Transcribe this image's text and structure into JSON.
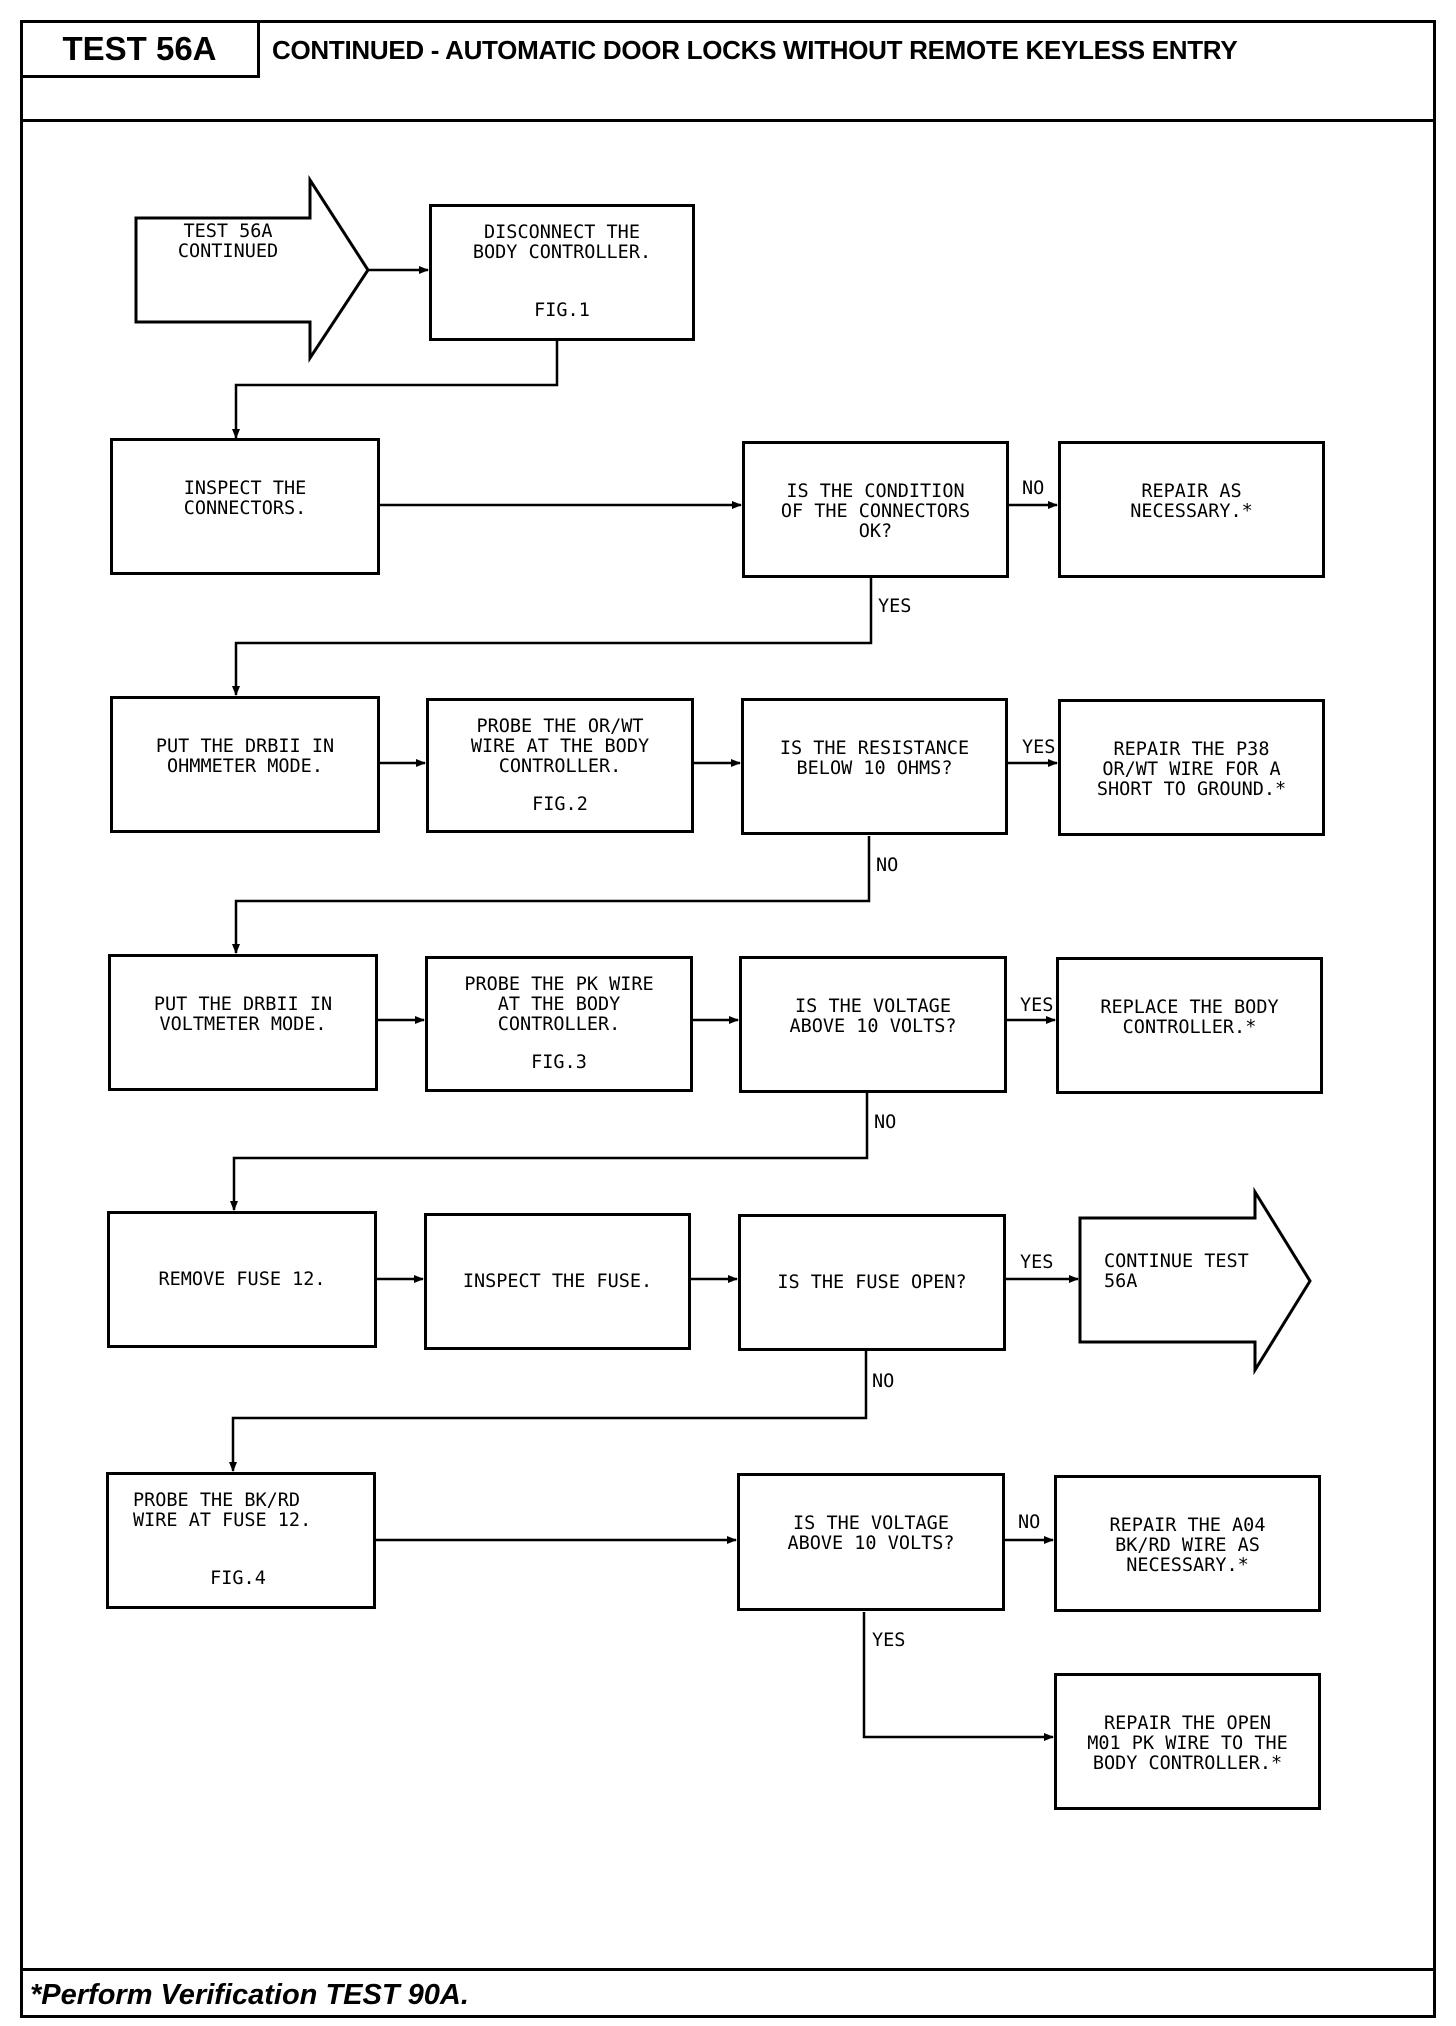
{
  "header": {
    "test_label": "TEST 56A",
    "title": "CONTINUED - AUTOMATIC DOOR LOCKS WITHOUT REMOTE KEYLESS ENTRY"
  },
  "footer": {
    "note": "*Perform Verification TEST 90A."
  },
  "start": {
    "text": "TEST 56A\nCONTINUED"
  },
  "continue_arrow": {
    "text": "CONTINUE TEST\n56A"
  },
  "boxes": {
    "disconnect": {
      "text": "DISCONNECT THE\nBODY CONTROLLER.",
      "fig": "FIG.1"
    },
    "inspect_connectors": {
      "text": "INSPECT THE\nCONNECTORS."
    },
    "connectors_ok": {
      "text": "IS THE CONDITION\nOF THE CONNECTORS\nOK?"
    },
    "repair_necessary": {
      "text": "REPAIR AS\nNECESSARY.*"
    },
    "ohmmeter_mode": {
      "text": "PUT THE DRBII IN\nOHMMETER MODE."
    },
    "probe_or_wt": {
      "text": "PROBE THE OR/WT\nWIRE AT THE BODY\nCONTROLLER.",
      "fig": "FIG.2"
    },
    "resistance_q": {
      "text": "IS THE RESISTANCE\nBELOW 10 OHMS?"
    },
    "repair_p38": {
      "text": "REPAIR THE P38\nOR/WT WIRE FOR A\nSHORT TO GROUND.*"
    },
    "voltmeter_mode": {
      "text": "PUT THE DRBII IN\nVOLTMETER MODE."
    },
    "probe_pk": {
      "text": "PROBE THE PK WIRE\nAT THE BODY\nCONTROLLER.",
      "fig": "FIG.3"
    },
    "voltage_q1": {
      "text": "IS THE VOLTAGE\nABOVE 10 VOLTS?"
    },
    "replace_body": {
      "text": "REPLACE THE BODY\nCONTROLLER.*"
    },
    "remove_fuse": {
      "text": "REMOVE FUSE 12."
    },
    "inspect_fuse": {
      "text": "INSPECT THE FUSE."
    },
    "fuse_open_q": {
      "text": "IS THE FUSE OPEN?"
    },
    "probe_bk_rd": {
      "text": "PROBE THE BK/RD\nWIRE AT FUSE 12.",
      "fig": "FIG.4"
    },
    "voltage_q2": {
      "text": "IS THE VOLTAGE\nABOVE 10 VOLTS?"
    },
    "repair_a04": {
      "text": "REPAIR THE A04\nBK/RD WIRE AS\nNECESSARY.*"
    },
    "repair_m01": {
      "text": "REPAIR THE OPEN\nM01 PK WIRE TO THE\nBODY CONTROLLER.*"
    }
  },
  "labels": {
    "no_connectors": "NO",
    "yes_connectors": "YES",
    "yes_resistance": "YES",
    "no_resistance": "NO",
    "yes_voltage1": "YES",
    "no_voltage1": "NO",
    "yes_fuse": "YES",
    "no_fuse": "NO",
    "no_voltage2": "NO",
    "yes_voltage2": "YES"
  }
}
